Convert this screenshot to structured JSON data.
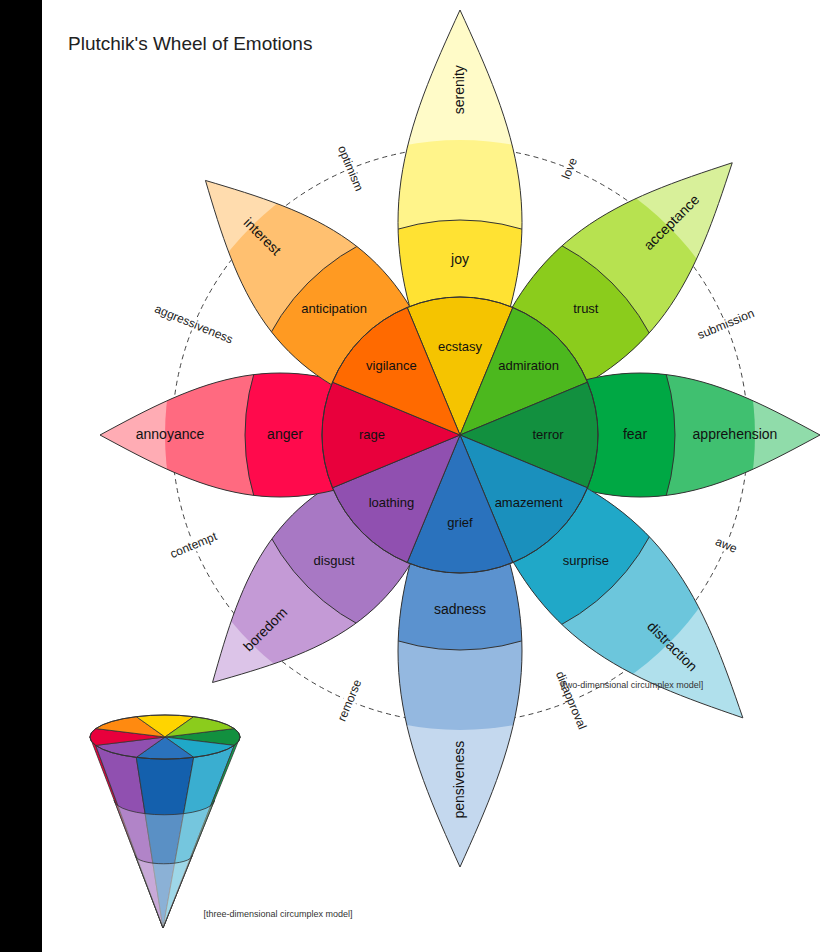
{
  "diagram": {
    "title": "Plutchik's Wheel of Emotions",
    "nodes": [
      {
        "text": [
          "serenity"
        ]
      },
      {
        "text": [
          "joy"
        ]
      },
      {
        "text": [
          "ecstasy"
        ]
      },
      {
        "text": [
          "acceptance"
        ]
      },
      {
        "text": [
          "trust"
        ]
      },
      {
        "text": [
          "admiration"
        ]
      },
      {
        "text": [
          "apprehension"
        ]
      },
      {
        "text": [
          "fear"
        ]
      },
      {
        "text": [
          "terror"
        ]
      },
      {
        "text": [
          "distraction"
        ]
      },
      {
        "text": [
          "surprise"
        ]
      },
      {
        "text": [
          "amazement"
        ]
      },
      {
        "text": [
          "pensiveness"
        ]
      },
      {
        "text": [
          "sadness"
        ]
      },
      {
        "text": [
          "grief"
        ]
      },
      {
        "text": [
          "boredom"
        ]
      },
      {
        "text": [
          "disgust"
        ]
      },
      {
        "text": [
          "loathing"
        ]
      },
      {
        "text": [
          "annoyance"
        ]
      },
      {
        "text": [
          "anger"
        ]
      },
      {
        "text": [
          "rage"
        ]
      },
      {
        "text": [
          "interest"
        ]
      },
      {
        "text": [
          "anticipation"
        ]
      },
      {
        "text": [
          "vigilance"
        ]
      }
    ],
    "labels": [
      "optimism",
      "love",
      "submission",
      "awe",
      "disapproval",
      "remorse",
      "contempt",
      "aggressiveness",
      "[two-dimensional circumplex model]",
      "[three-dimensional circumplex model]"
    ]
  }
}
